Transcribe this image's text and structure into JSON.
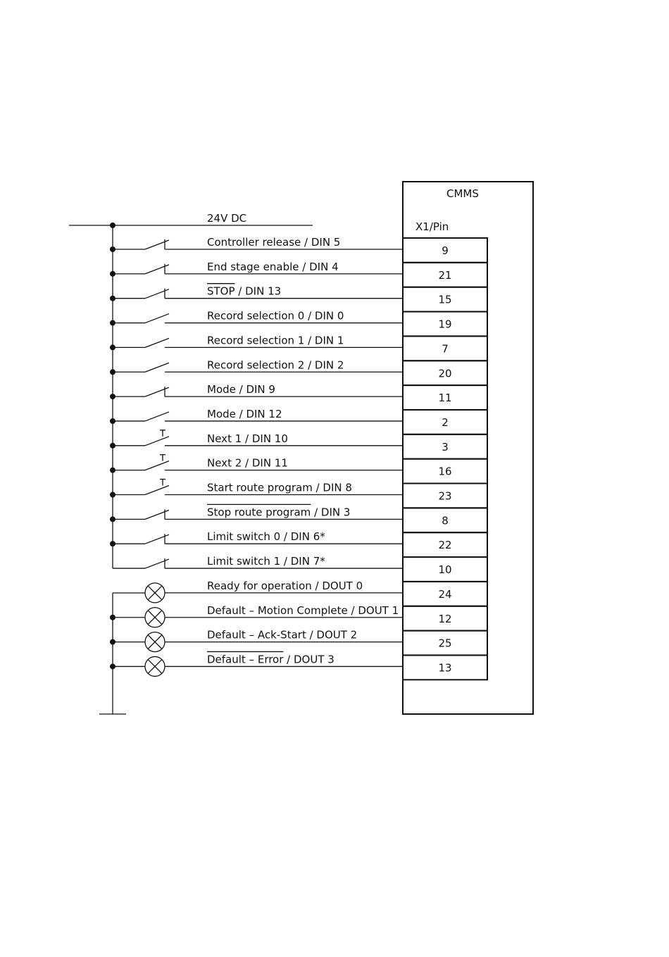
{
  "device": {
    "name": "CMMS",
    "connector": "X1/Pin"
  },
  "supply_label": "24V DC",
  "inputs": [
    {
      "label": "Controller release / DIN 5",
      "pin": "9",
      "contact": "normally-open-icon",
      "overline": ""
    },
    {
      "label": "End stage enable / DIN 4",
      "pin": "21",
      "contact": "normally-open-icon",
      "overline": ""
    },
    {
      "label": "STOP / DIN 13",
      "pin": "15",
      "contact": "normally-open-icon",
      "overline": "STOP"
    },
    {
      "label": "Record selection 0 / DIN 0",
      "pin": "19",
      "contact": "switch-icon",
      "overline": ""
    },
    {
      "label": "Record selection 1 / DIN 1",
      "pin": "7",
      "contact": "switch-icon",
      "overline": ""
    },
    {
      "label": "Record selection 2 / DIN 2",
      "pin": "20",
      "contact": "switch-icon",
      "overline": ""
    },
    {
      "label": "Mode / DIN 9",
      "pin": "11",
      "contact": "normally-open-icon",
      "overline": ""
    },
    {
      "label": "Mode / DIN 12",
      "pin": "2",
      "contact": "switch-icon",
      "overline": ""
    },
    {
      "label": "Next 1 / DIN 10",
      "pin": "3",
      "contact": "pushbutton-icon",
      "overline": ""
    },
    {
      "label": "Next 2 / DIN 11",
      "pin": "16",
      "contact": "pushbutton-icon",
      "overline": ""
    },
    {
      "label": "Start route program / DIN 8",
      "pin": "23",
      "contact": "pushbutton-icon",
      "overline": ""
    },
    {
      "label": "Stop route program / DIN 3",
      "pin": "8",
      "contact": "normally-open-icon",
      "overline": "Stop route program"
    },
    {
      "label": "Limit switch 0 / DIN 6*",
      "pin": "22",
      "contact": "normally-open-icon",
      "overline": ""
    },
    {
      "label": "Limit switch 1 / DIN 7*",
      "pin": "10",
      "contact": "normally-open-icon",
      "overline": ""
    }
  ],
  "outputs": [
    {
      "label": "Ready for operation / DOUT 0",
      "pin": "24",
      "overline": ""
    },
    {
      "label": "Default – Motion Complete / DOUT 1",
      "pin": "12",
      "overline": ""
    },
    {
      "label": "Default – Ack-Start / DOUT 2",
      "pin": "25",
      "overline": ""
    },
    {
      "label": "Default  –  Error / DOUT 3",
      "pin": "13",
      "overline": "Default  –  Error"
    }
  ]
}
